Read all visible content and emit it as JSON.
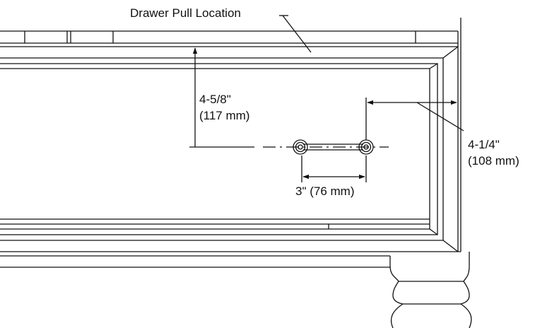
{
  "labels": {
    "title": "Drawer Pull Location",
    "vertical_dim_in": "4-5/8\"",
    "vertical_dim_mm": "(117 mm)",
    "side_dim_in": "4-1/4\"",
    "side_dim_mm": "(108 mm)",
    "spacing_dim": "3\" (76 mm)"
  },
  "colors": {
    "line": "#111111",
    "background": "#ffffff"
  }
}
